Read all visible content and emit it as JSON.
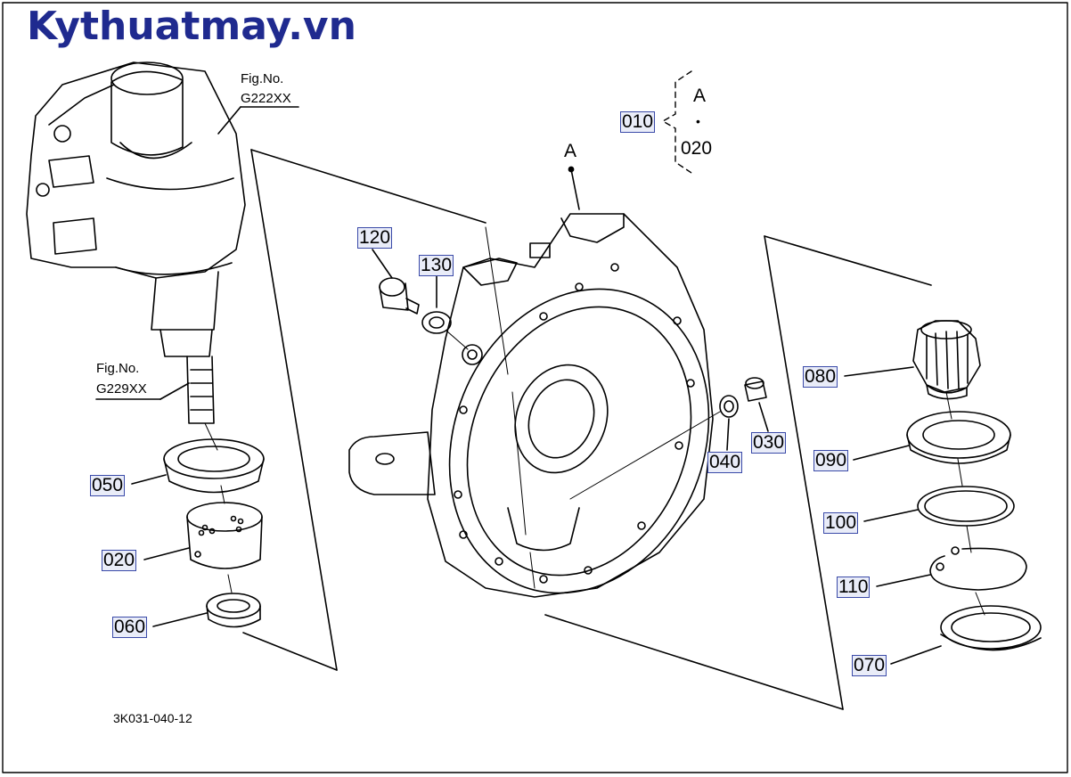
{
  "brand": "Kythuatmay.vn",
  "figure_refs": [
    {
      "label": "Fig.No.",
      "code": "G222XX"
    },
    {
      "label": "Fig.No.",
      "code": "G229XX"
    }
  ],
  "group": {
    "part": "010",
    "top": "A",
    "bullet": "•",
    "bottom": "020"
  },
  "view_marker": "A",
  "parts": {
    "p120": "120",
    "p130": "130",
    "p080": "080",
    "p040": "040",
    "p030": "030",
    "p090": "090",
    "p050": "050",
    "p100": "100",
    "p020": "020",
    "p110": "110",
    "p060": "060",
    "p070": "070"
  },
  "diagram_id": "3K031-040-12",
  "colors": {
    "brand": "#1f2a8f",
    "callout_border": "#3a4aa8",
    "callout_fill": "#e9ecf8",
    "line": "#000000"
  }
}
